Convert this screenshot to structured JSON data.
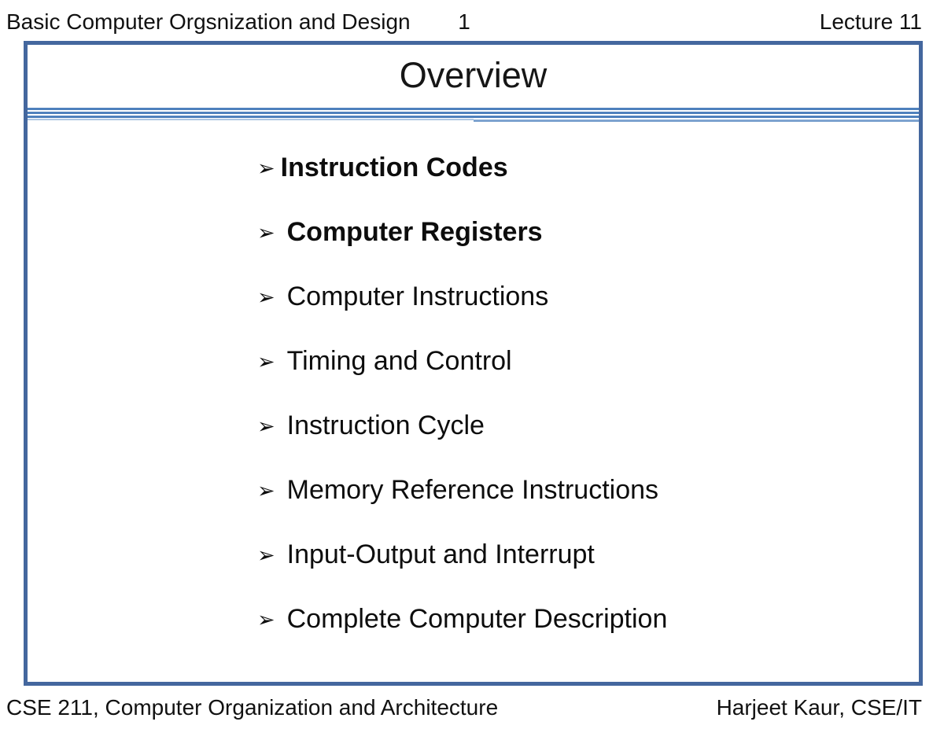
{
  "header": {
    "left": "Basic Computer Orgsnization and Design",
    "page_number": "1",
    "right": "Lecture 11"
  },
  "slide": {
    "title": "Overview",
    "bullet": "➢",
    "items": [
      {
        "label": "Instruction Codes",
        "bold": true,
        "space_after_bullet": false
      },
      {
        "label": "Computer Registers",
        "bold": true,
        "space_after_bullet": true
      },
      {
        "label": "Computer Instructions",
        "bold": false,
        "space_after_bullet": true
      },
      {
        "label": "Timing and Control",
        "bold": false,
        "space_after_bullet": true
      },
      {
        "label": "Instruction Cycle",
        "bold": false,
        "space_after_bullet": true
      },
      {
        "label": "Memory Reference Instructions",
        "bold": false,
        "space_after_bullet": true
      },
      {
        "label": "Input-Output and Interrupt",
        "bold": false,
        "space_after_bullet": true
      },
      {
        "label": "Complete Computer Description",
        "bold": false,
        "space_after_bullet": true
      }
    ]
  },
  "footer": {
    "left": "CSE 211, Computer Organization and Architecture",
    "right": "Harjeet Kaur, CSE/IT"
  },
  "colors": {
    "border": "#44679e",
    "stripe": "#4f81bd",
    "stripe_light": "#aec6e2",
    "stripe_medium": "#7da3cf",
    "text": "#111111"
  }
}
